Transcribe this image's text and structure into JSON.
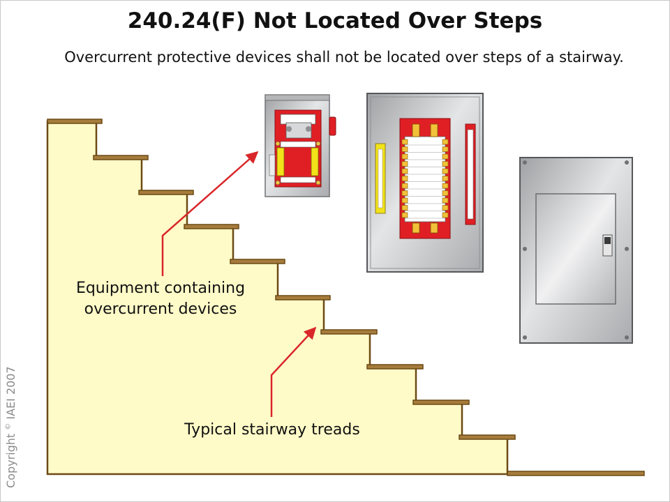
{
  "title": "240.24(F) Not Located Over Steps",
  "subtitle": "Overcurrent protective devices shall not be located over steps of a stairway.",
  "callouts": {
    "equipment_line1": "Equipment containing",
    "equipment_line2": "overcurrent devices",
    "treads": "Typical stairway treads"
  },
  "copyright": {
    "prefix": "Copyright",
    "symbol": "©",
    "suffix": "IAEI 2007"
  },
  "colors": {
    "stair_fill": "#FFFBC8",
    "stair_edge": "#6B4A14",
    "tread": "#A67C3C",
    "arrow": "#D9262A",
    "switch_red": "#E01F25",
    "fuse_yellow": "#F2E21A",
    "panel_gray": "#C9CACC"
  },
  "icons": [
    "disconnect-switch-icon",
    "open-panelboard-icon",
    "closed-panel-icon"
  ]
}
